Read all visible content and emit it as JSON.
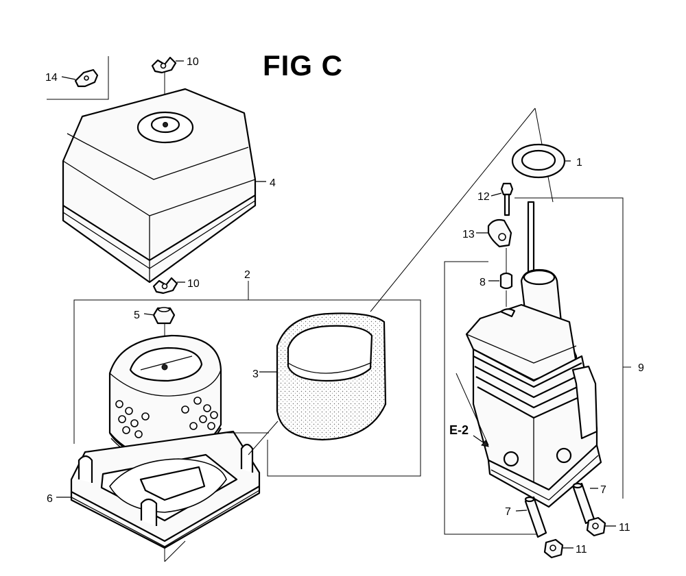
{
  "title": "FIG C",
  "callouts": {
    "c1": "1",
    "c2": "2",
    "c3": "3",
    "c4": "4",
    "c5": "5",
    "c6": "6",
    "c7a": "7",
    "c7b": "7",
    "c8": "8",
    "c9": "9",
    "c10a": "10",
    "c10b": "10",
    "c11a": "11",
    "c11b": "11",
    "c12": "12",
    "c13": "13",
    "c14": "14"
  },
  "reference": "E-2"
}
